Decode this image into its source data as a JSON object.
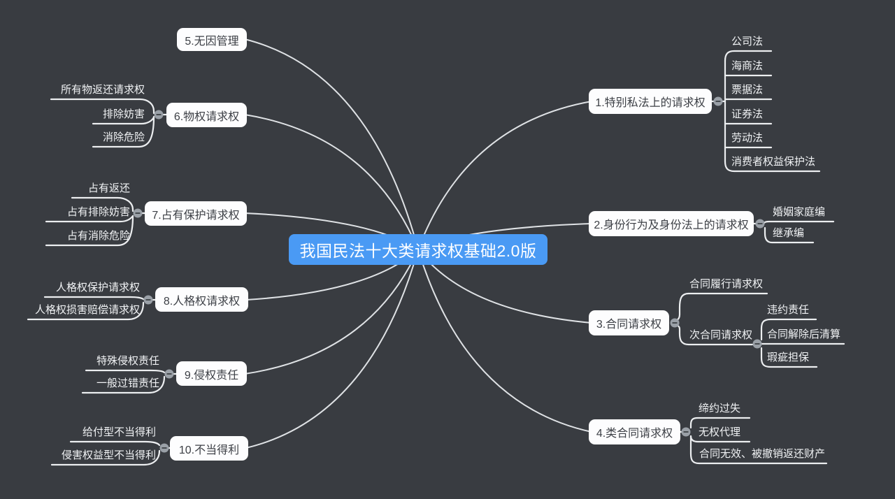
{
  "root": {
    "label": "我国民法十大类请求权基础2.0版"
  },
  "right_branches": [
    {
      "label": "1.特别私法上的请求权",
      "children": [
        {
          "label": "公司法"
        },
        {
          "label": "海商法"
        },
        {
          "label": "票据法"
        },
        {
          "label": "证券法"
        },
        {
          "label": "劳动法"
        },
        {
          "label": "消费者权益保护法"
        }
      ]
    },
    {
      "label": "2.身份行为及身份法上的请求权",
      "children": [
        {
          "label": "婚姻家庭编"
        },
        {
          "label": "继承编"
        }
      ]
    },
    {
      "label": "3.合同请求权",
      "children": [
        {
          "label": "合同履行请求权"
        },
        {
          "label": "次合同请求权",
          "children": [
            {
              "label": "违约责任"
            },
            {
              "label": "合同解除后清算"
            },
            {
              "label": "瑕疵担保"
            }
          ]
        }
      ]
    },
    {
      "label": "4.类合同请求权",
      "children": [
        {
          "label": "缔约过失"
        },
        {
          "label": "无权代理"
        },
        {
          "label": "合同无效、被撤销返还财产"
        }
      ]
    }
  ],
  "left_branches": [
    {
      "label": "5.无因管理",
      "children": []
    },
    {
      "label": "6.物权请求权",
      "children": [
        {
          "label": "所有物返还请求权"
        },
        {
          "label": "排除妨害"
        },
        {
          "label": "消除危险"
        }
      ]
    },
    {
      "label": "7.占有保护请求权",
      "children": [
        {
          "label": "占有返还"
        },
        {
          "label": "占有排除妨害"
        },
        {
          "label": "占有消除危险"
        }
      ]
    },
    {
      "label": "8.人格权请求权",
      "children": [
        {
          "label": "人格权保护请求权"
        },
        {
          "label": "人格权损害赔偿请求权"
        }
      ]
    },
    {
      "label": "9.侵权责任",
      "children": [
        {
          "label": "特殊侵权责任"
        },
        {
          "label": "一般过错责任"
        }
      ]
    },
    {
      "label": "10.不当得利",
      "children": [
        {
          "label": "给付型不当得利"
        },
        {
          "label": "侵害权益型不当得利"
        }
      ]
    }
  ],
  "colors": {
    "background": "#393c41",
    "root_fill": "#4a9af4",
    "root_text": "#ffffff",
    "topic_fill": "#fdfdfe",
    "topic_text": "#3c3f45",
    "connector": "#e3e5e8",
    "collapse_button_fill": "#9aa0a7",
    "leaf_text": "#f0f2f4"
  }
}
